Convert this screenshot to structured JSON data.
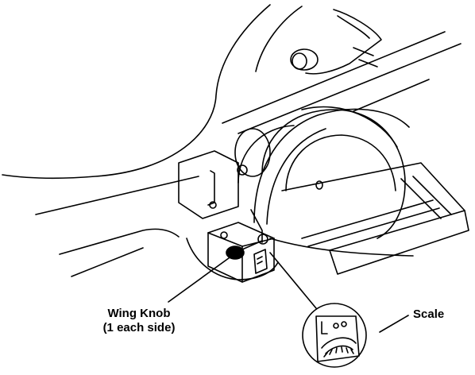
{
  "labels": {
    "wing_knob_line1": "Wing Knob",
    "wing_knob_line2": "(1 each side)",
    "scale": "Scale"
  },
  "colors": {
    "ink": "#000000",
    "paper": "#ffffff"
  }
}
